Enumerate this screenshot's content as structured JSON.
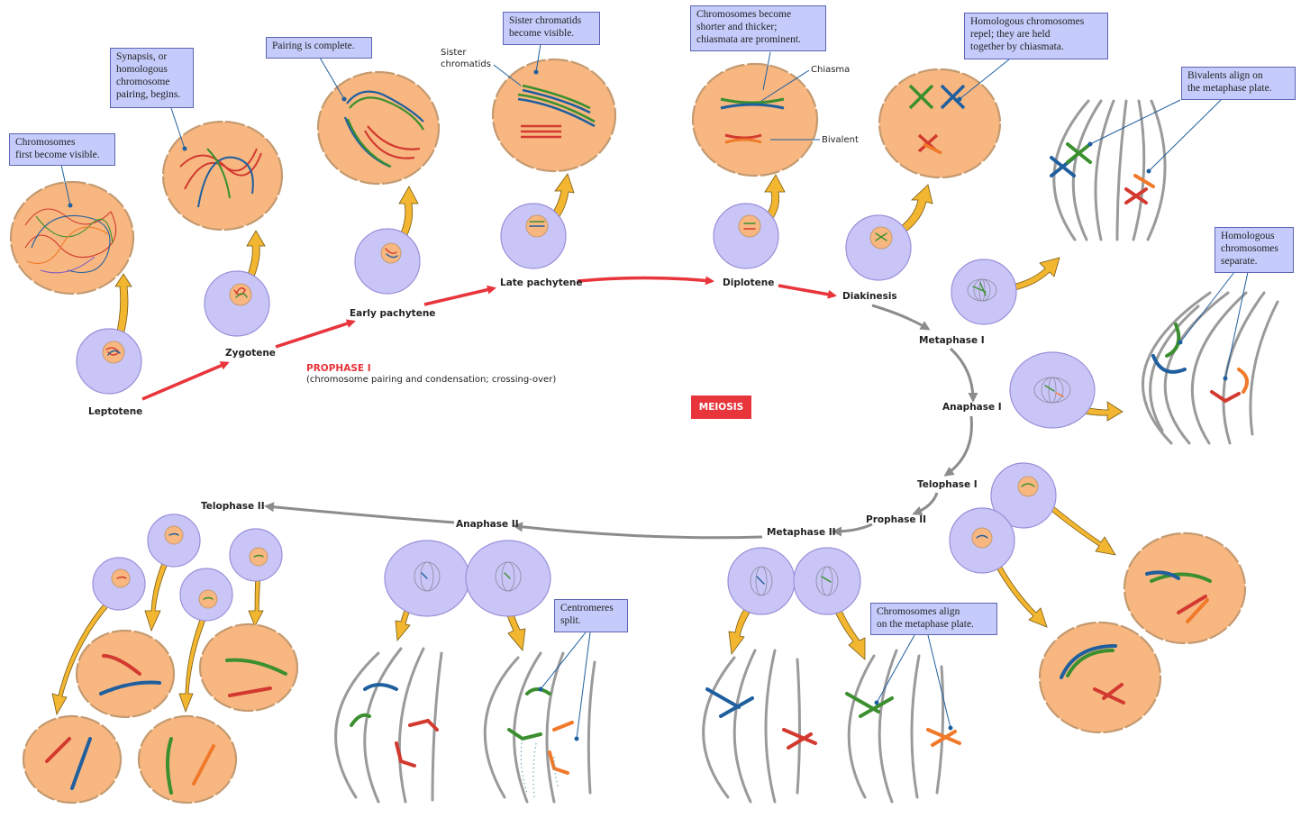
{
  "colors": {
    "cell_fill": "#c9c6f7",
    "cell_stroke": "#9a8fd8",
    "nucleus_fill": "#f8b781",
    "nucleus_stroke": "#c49a70",
    "callout_fill": "#c5ccfb",
    "red_arrow": "#e8343b",
    "gold_arrow": "#f2b630",
    "gray_arrow": "#8c8c8c",
    "spindle": "#9a9a9a",
    "chrom_blue": "#1f5f9e",
    "chrom_green": "#3b8f2f",
    "chrom_red": "#d23a30",
    "chrom_orange": "#f0792a"
  },
  "stages": {
    "leptotene": "Leptotene",
    "zygotene": "Zygotene",
    "early_pachytene": "Early pachytene",
    "late_pachytene": "Late pachytene",
    "diplotene": "Diplotene",
    "diakinesis": "Diakinesis",
    "metaphase1": "Metaphase I",
    "anaphase1": "Anaphase I",
    "telophase1": "Telophase I",
    "prophase2": "Prophase II",
    "metaphase2": "Metaphase II",
    "anaphase2": "Anaphase II",
    "telophase2": "Telophase II"
  },
  "prophase": {
    "title": "PROPHASE I",
    "subtitle": "(chromosome pairing and condensation; crossing-over)"
  },
  "meiosis_badge": "MEIOSIS",
  "callouts": {
    "first_visible": "Chromosomes\nfirst become visible.",
    "synapsis": "Synapsis, or\nhomologous\nchromosome\npairing, begins.",
    "pairing_complete": "Pairing is complete.",
    "sister_visible": "Sister chromatids\nbecome visible.",
    "shorter_thicker": "Chromosomes become\nshorter and thicker;\nchiasmata are prominent.",
    "homologs_repel": "Homologous chromosomes\nrepel; they are held\ntogether by chiasmata.",
    "bivalents_align": "Bivalents align on\nthe metaphase plate.",
    "homologs_separate": "Homologous\nchromosomes\nseparate.",
    "centromeres_split": "Centromeres\nsplit.",
    "chromosomes_align": "Chromosomes align\non the metaphase plate."
  },
  "plain_labels": {
    "sister_chromatids": "Sister\nchromatids",
    "chiasma": "Chiasma",
    "bivalent": "Bivalent"
  }
}
